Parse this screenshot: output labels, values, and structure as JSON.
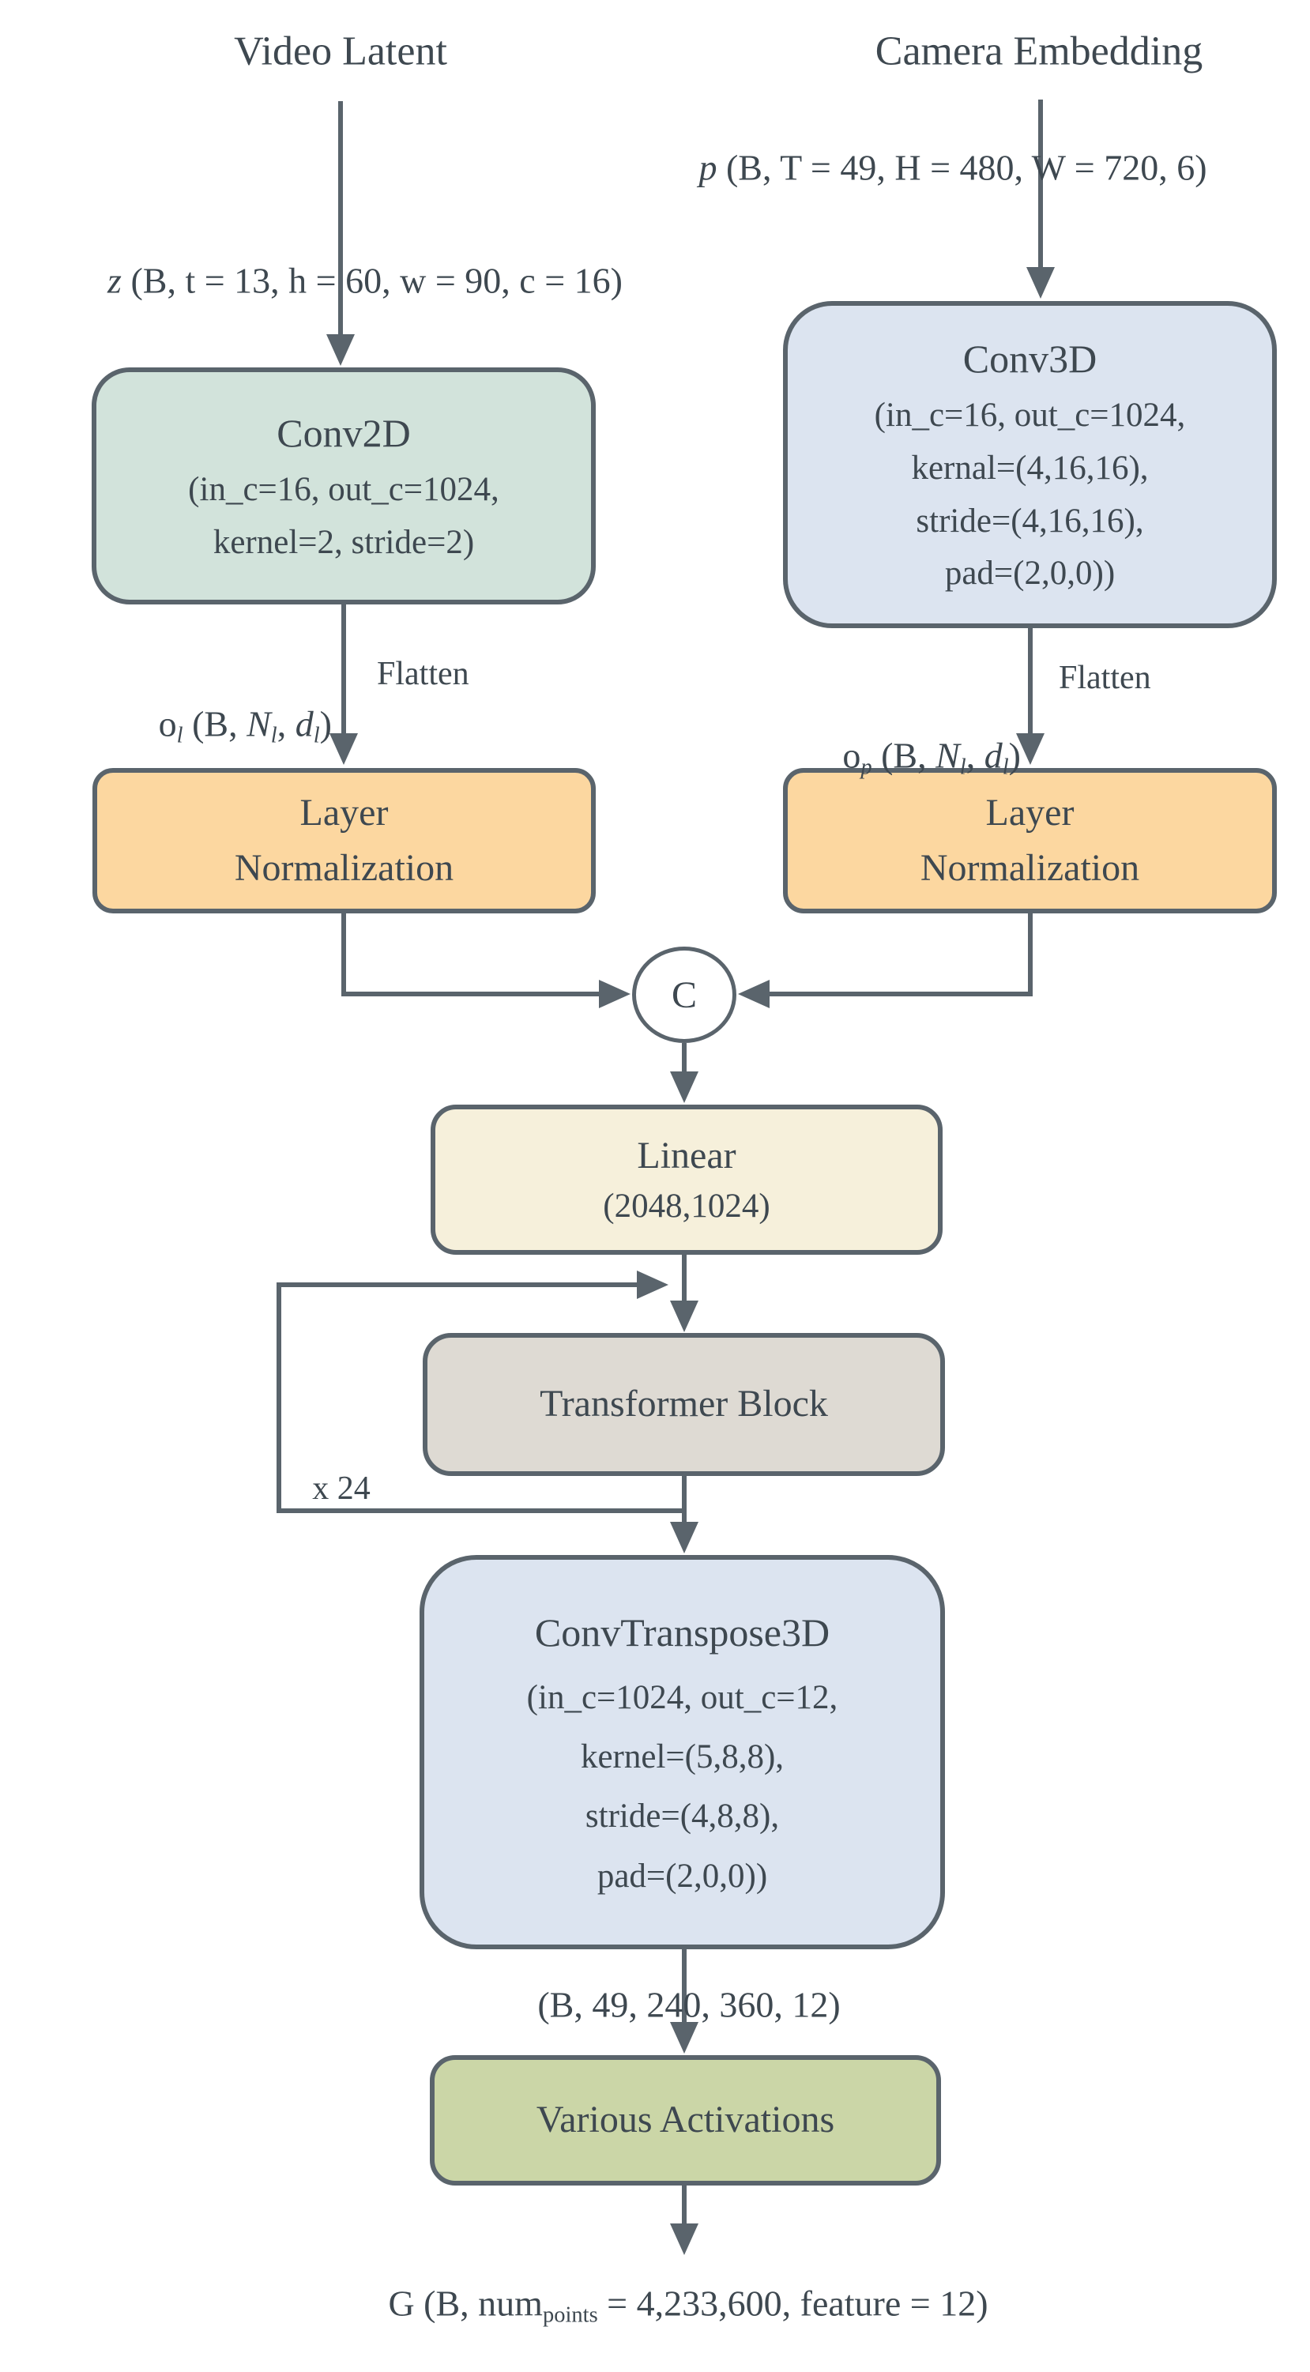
{
  "colors": {
    "stroke": "#5a646c",
    "text": "#3e4850",
    "conv2d_fill": "#d2e3db",
    "conv3d_fill": "#dce4f0",
    "layernorm_fill": "#fcd7a0",
    "linear_fill": "#f6f0db",
    "transformer_fill": "#dedad3",
    "convtranspose_fill": "#dce4f0",
    "activations_fill": "#cbd6a7",
    "background": "#ffffff"
  },
  "inputs": {
    "video_latent": "Video Latent",
    "camera_embedding": "Camera Embedding",
    "p_label": {
      "var": "p",
      "rest": " (B, T = 49, H = 480, W = 720, 6)"
    },
    "z_label": {
      "var": "z",
      "rest": " (B, t = 13, h = 60, w = 90, c = 16)"
    }
  },
  "nodes": {
    "conv2d": {
      "title": "Conv2D",
      "lines": [
        "(in_c=16, out_c=1024,",
        "kernel=2, stride=2)"
      ]
    },
    "conv3d": {
      "title": "Conv3D",
      "lines": [
        "(in_c=16, out_c=1024,",
        "kernal=(4,16,16),",
        "stride=(4,16,16),",
        "pad=(2,0,0))"
      ]
    },
    "layernorm_left": {
      "lines": [
        "Layer",
        "Normalization"
      ]
    },
    "layernorm_right": {
      "lines": [
        "Layer",
        "Normalization"
      ]
    },
    "concat": {
      "label": "C"
    },
    "linear": {
      "title": "Linear",
      "lines": [
        "(2048,1024)"
      ]
    },
    "transformer": {
      "title": "Transformer Block"
    },
    "convtranspose3d": {
      "title": "ConvTranspose3D",
      "lines": [
        "(in_c=1024, out_c=12,",
        "kernel=(5,8,8),",
        "stride=(4,8,8),",
        "pad=(2,0,0))"
      ]
    },
    "various_activations": {
      "title": "Various Activations"
    }
  },
  "edge_labels": {
    "flatten_left": "Flatten",
    "flatten_right": "Flatten",
    "loop_count": "x 24",
    "ol_label": {
      "o": "o",
      "osub": "l",
      "mid": " (B, ",
      "N": "N",
      "Nsub": "l",
      "comma": ", ",
      "d": "d",
      "dsub": "l",
      "close": ")"
    },
    "op_label": {
      "o": "o",
      "osub": "p",
      "mid": " (B, ",
      "N": "N",
      "Nsub": "l",
      "comma": ", ",
      "d": "d",
      "dsub": "l",
      "close": ")"
    },
    "out_shape": "(B, 49, 240, 360, 12)",
    "final": {
      "g": "G",
      "open": " (B, num",
      "sub": "points",
      "rest": " = 4,233,600, feature = 12)"
    }
  }
}
